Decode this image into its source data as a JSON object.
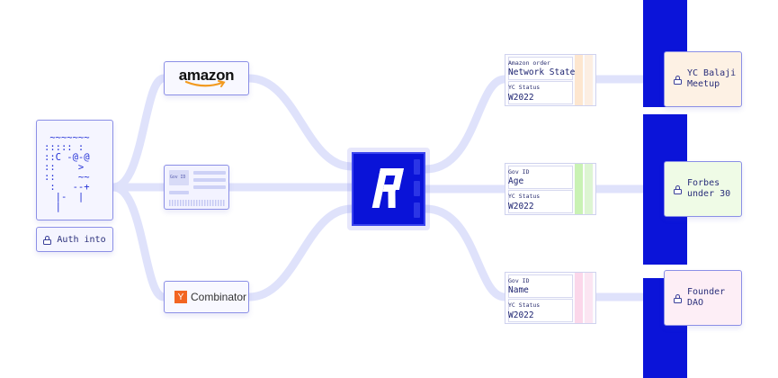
{
  "left": {
    "avatar_art_lines": [
      " ~~~~~~~",
      "::::: :",
      "::C -@-@",
      "::    >",
      "::    ~~",
      " :   --+",
      "  |-  |",
      "  |"
    ],
    "auth_label": "Auth into"
  },
  "sources": {
    "amazon": "amazon",
    "gov_id_tag": "Gov ID",
    "yc_logo": "Y",
    "yc_word": "Combinator"
  },
  "credentials": [
    {
      "f1_label": "Amazon order",
      "f1_value": "Network State",
      "f2_label": "YC Status",
      "f2_value": "W2022",
      "color": "#fde6cf"
    },
    {
      "f1_label": "Gov ID",
      "f1_value": "Age",
      "f2_label": "YC Status",
      "f2_value": "W2022",
      "color": "#c9f2b4"
    },
    {
      "f1_label": "Gov ID",
      "f1_value": "Name",
      "f2_label": "YC Status",
      "f2_value": "W2022",
      "color": "#fbd7ea"
    }
  ],
  "destinations": [
    {
      "label": "YC Balaji\nMeetup",
      "bg": "#fdf1e4"
    },
    {
      "label": "Forbes\nunder 30",
      "bg": "#effbe6"
    },
    {
      "label": "Founder\nDAO",
      "bg": "#fdeef6"
    }
  ],
  "colors": {
    "accent": "#0b14d9",
    "connector": "#dfe1fb",
    "card_border": "#8b8fe6"
  }
}
